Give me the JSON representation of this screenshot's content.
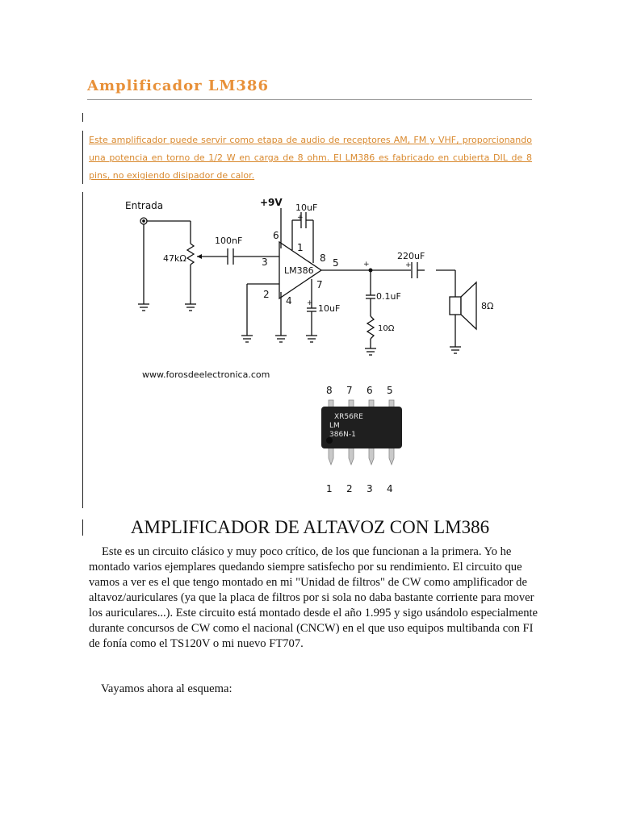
{
  "header": {
    "title": "Amplificador LM386"
  },
  "intro": {
    "text": "Este amplificador puede servir como etapa de audio de receptores AM, FM y VHF, proporcionando una potencia en torno de 1/2 W en carga de 8 ohm. El LM386 es fabricado en cubierta DIL de 8 pins, no exigiendo disipador de calor."
  },
  "schematic": {
    "input_label": "Entrada",
    "supply_label": "+9V",
    "pot_label": "47kΩ",
    "c_in_label": "100nF",
    "c_gain_label": "10uF",
    "ic_label": "LM386",
    "c_bypass_label": "10uF",
    "c_zobel_label": "0.1uF",
    "r_zobel_label": "10Ω",
    "c_out_label": "220uF",
    "speaker_label": "8Ω",
    "watermark": "www.forosdeelectronica.com",
    "pins": {
      "p1": "1",
      "p2": "2",
      "p3": "3",
      "p4": "4",
      "p5": "5",
      "p6": "6",
      "p7": "7",
      "p8": "8"
    }
  },
  "chip": {
    "marking_line1": "XR56RE",
    "marking_line2": "LM",
    "marking_line3": "386N-1",
    "top_pins": [
      "8",
      "7",
      "6",
      "5"
    ],
    "bottom_pins": [
      "1",
      "2",
      "3",
      "4"
    ]
  },
  "section": {
    "heading": "AMPLIFICADOR DE ALTAVOZ CON LM386",
    "paragraph": "Este es un circuito clásico y muy poco crítico, de los que funcionan a la primera. Yo he montado varios ejemplares quedando siempre satisfecho por su rendimiento. El circuito que vamos a ver es el que tengo montado en mi \"Unidad de filtros\" de CW como amplificador de altavoz/auriculares (ya que la placa de filtros por si sola no daba bastante corriente para mover los auriculares...). Este circuito está montado desde el año 1.995 y sigo usándolo especialmente durante concursos de CW como el nacional (CNCW) en el que uso equipos multibanda con FI de fonía como el TS120V o mi nuevo FT707.",
    "next_line": "Vayamos ahora al esquema:"
  },
  "colors": {
    "title": "#e8913a",
    "intro_text": "#d9892e",
    "body_text": "#111111"
  }
}
